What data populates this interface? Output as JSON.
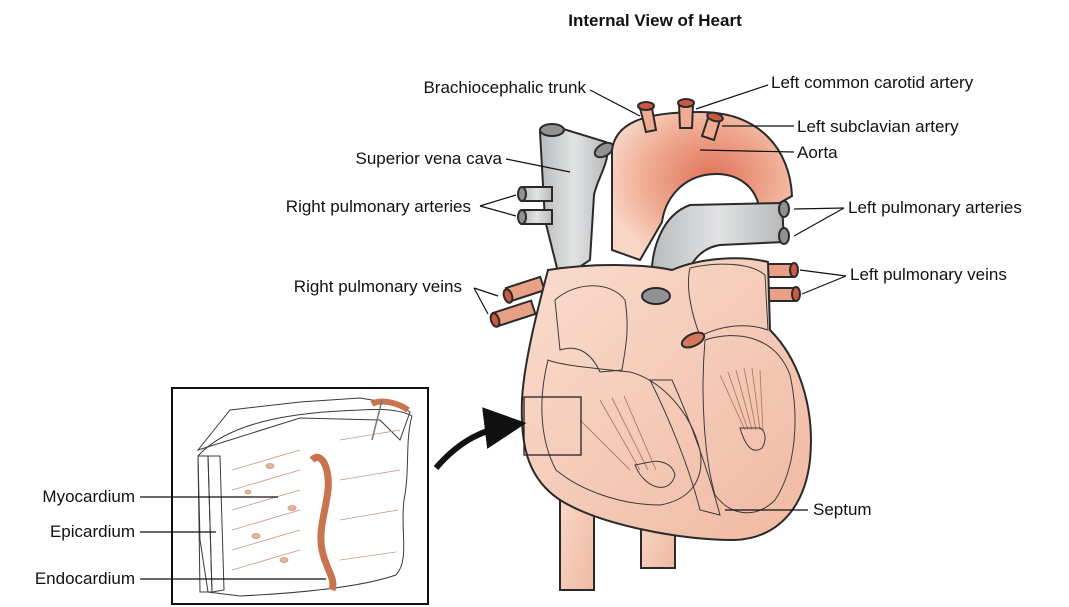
{
  "title": "Internal View of Heart",
  "labels": {
    "brachiocephalic_trunk": "Brachiocephalic trunk",
    "left_common_carotid_artery": "Left common carotid artery",
    "left_subclavian_artery": "Left subclavian artery",
    "aorta": "Aorta",
    "superior_vena_cava": "Superior vena cava",
    "right_pulmonary_arteries": "Right pulmonary arteries",
    "left_pulmonary_arteries": "Left pulmonary arteries",
    "right_pulmonary_veins": "Right pulmonary veins",
    "left_pulmonary_veins": "Left pulmonary veins",
    "septum": "Septum",
    "myocardium": "Myocardium",
    "epicardium": "Epicardium",
    "endocardium": "Endocardium"
  },
  "colors": {
    "tissue": "#f6d2c0",
    "tissue_dark": "#e6a388",
    "aorta_center": "#e0735a",
    "vessel_gray": "#cfd1d3",
    "vessel_gray_dark": "#9a9c9e",
    "vessel_red": "#e3866c",
    "outline": "#2a2a2a"
  }
}
